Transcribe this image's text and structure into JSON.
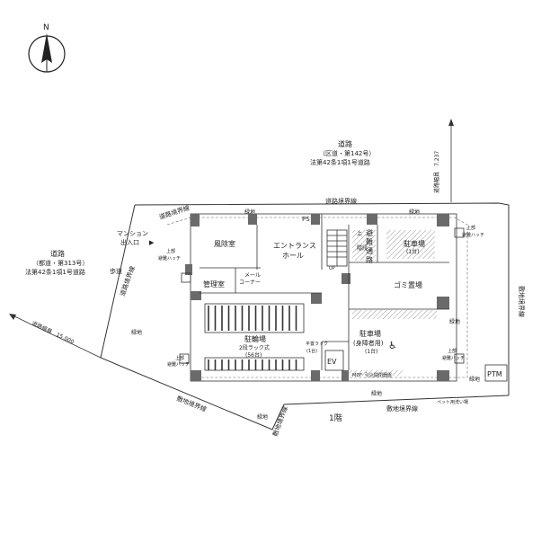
{
  "compass": {
    "north": "N"
  },
  "roads": {
    "top": {
      "line1": "道路",
      "line2": "（区道・第142号）",
      "line3": "法第42条1項1号道路"
    },
    "left": {
      "line1": "道路",
      "line2": "（都道・第313号）",
      "line3": "法第42条1項1号道路"
    },
    "top_width": "道路幅員　7.237",
    "left_width": "道路幅員　15.000",
    "sidewalk": "歩道"
  },
  "boundaries": {
    "road_top": "道路境界線",
    "road_top_left": "道路境界線",
    "road_left": "道路境界線",
    "site_right": "敷地境界線",
    "site_bottom": "敷地境界線",
    "site_bottom_left": "敷地境界線",
    "site_bottom_mid": "敷地境界線"
  },
  "greenery": {
    "g1": "緑地",
    "g2": "緑地",
    "g3": "緑地",
    "g4": "緑地",
    "g5": "緑地",
    "g6": "緑地",
    "g7": "緑地"
  },
  "entrance": {
    "line1": "マンション",
    "line2": "出入口",
    "arrow": "▶"
  },
  "rooms": {
    "windbreak": "風除室",
    "entrance_hall_1": "エントランス",
    "entrance_hall_2": "ホール",
    "mail_1": "メール",
    "mail_2": "コーナー",
    "management": "管理室",
    "bike_1": "駐輪場",
    "bike_2": "2段ラック式",
    "bike_3": "(56台)",
    "parking": "駐車場",
    "parking_count": "(1台)",
    "garbage": "ゴミ置場",
    "hc_parking_1": "駐車場",
    "hc_parking_2": "(身障者用)",
    "hc_parking_3": "(1台)",
    "evacuation_1": "避",
    "evacuation_2": "難",
    "evacuation_3": "通",
    "evacuation_4": "路",
    "stair_up": "上",
    "stair_label": "階段",
    "up": "UP",
    "ev": "EV",
    "ps": "PS",
    "mdf": "MDF",
    "mdf_extra": "引込開閉器盤",
    "ptm": "PTM",
    "pet_wash": "ペット用洗い場",
    "flat_rack_1": "平置ラック",
    "flat_rack_2": "(1台)"
  },
  "hatches": {
    "h1a": "上部",
    "h1b": "避難ハッチ",
    "h2a": "上部",
    "h2b": "避難ハッチ",
    "h3a": "上部",
    "h3b": "避難ハッチ",
    "h4a": "上部",
    "h4b": "避難ハッチ"
  },
  "floor_label": "1階",
  "wheelchair": "♿"
}
